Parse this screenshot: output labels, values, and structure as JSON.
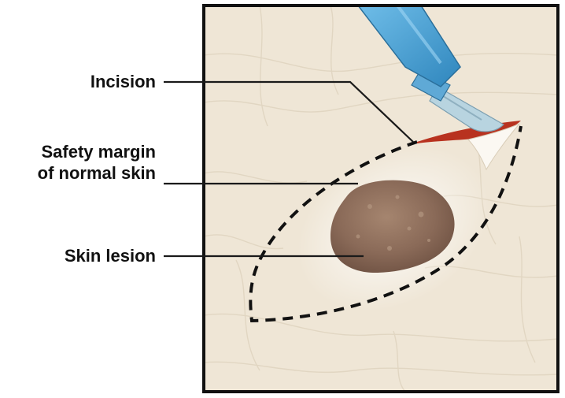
{
  "labels": {
    "incision": "Incision",
    "safety_margin_line1": "Safety margin",
    "safety_margin_line2": "of normal skin",
    "skin_lesion": "Skin lesion"
  },
  "colors": {
    "skin_background": "#efe6d6",
    "frame": "#111111",
    "lesion": "#8a6a58",
    "scalpel_handle": "#4aa3d8",
    "blade": "#b8d4e0",
    "incision_cut": "#b8321f",
    "leader_line": "#1a1a1a"
  },
  "icons": {
    "tool": "scalpel-icon"
  }
}
